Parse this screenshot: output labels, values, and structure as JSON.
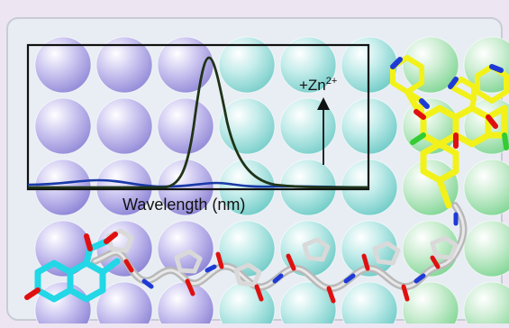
{
  "graphic": {
    "x_axis_label": "Wavelength (nm)",
    "annotation_prefix": "+Zn",
    "annotation_superscript": "2+",
    "colors": {
      "background": "#ede6f2",
      "panel": "#e7edf3",
      "well_purple": "#9b92dc",
      "well_teal": "#84d6d2",
      "well_green": "#98e0a8",
      "curve_after": "#1f3317",
      "curve_before": "#1a3aa8",
      "coumarin": "#22d7e6",
      "fluorophore": "#f2f21a",
      "backbone": "#b9b9b9",
      "oxygen": "#e01010",
      "nitrogen": "#1e3ad6",
      "chlorine": "#33cc33"
    }
  }
}
